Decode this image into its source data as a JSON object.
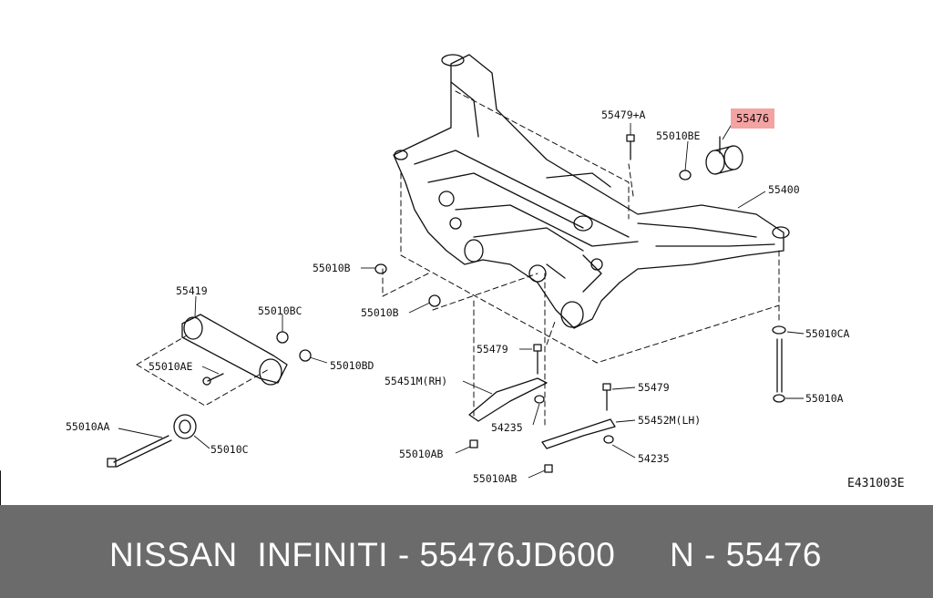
{
  "diagram": {
    "labels": {
      "p55479a": "55479+A",
      "p55476": "55476",
      "p55010be": "55010BE",
      "p55400": "55400",
      "p55010b_1": "55010B",
      "p55010b_2": "55010B",
      "p55419": "55419",
      "p55010bc": "55010BC",
      "p55010bd": "55010BD",
      "p55010ae": "55010AE",
      "p55010aa": "55010AA",
      "p55010c": "55010C",
      "p55479_1": "55479",
      "p55451m": "55451M(RH)",
      "p54235_1": "54235",
      "p55010ab_1": "55010AB",
      "p55010ab_2": "55010AB",
      "p55479_2": "55479",
      "p55452m": "55452M(LH)",
      "p54235_2": "54235",
      "p55010ca": "55010CA",
      "p55010a": "55010A"
    },
    "code": "E431003E",
    "highlight_color": "#f4a3a3"
  },
  "footer": {
    "left": "NISSAN  INFINITI - 55476JD600",
    "right": "N - 55476",
    "background": "#6b6b6b"
  }
}
